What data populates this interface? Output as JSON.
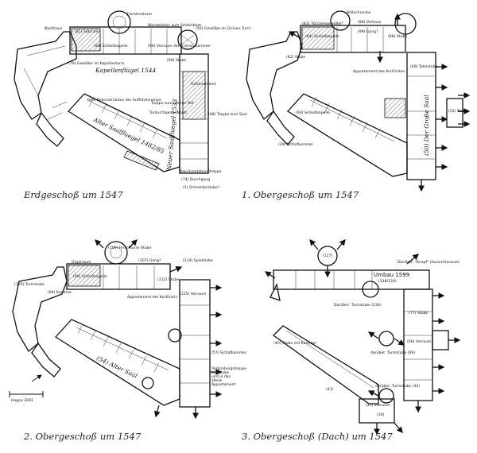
{
  "panels": [
    {
      "caption": "Erdgeschoß um 1547",
      "labels": {
        "flurplan": "Florsturzturm",
        "backhaus": "Backhaus",
        "sakristei": "(81) Sakristei",
        "schlosskapelle": "(80) Schloßkapelle",
        "gewoelbe_kapellen": "(79) Gewölbe im Kapellenturm",
        "kapellenfluegel": "Kapellenflügel 1544",
        "wendelstein": "Wendelstein zum Seidenbeet",
        "gewoelbe_gruen": "(50) Gewölbe im Grünen Turm",
        "vorraum_gruen": "(96) Vorraum der Grünen Kammer",
        "stube_96": "(96) Stube",
        "alter_saalfluegel": "Alter Saalfluegel 1482/85",
        "neuer_saalfluegel": "Neuer Saalfluegel 1533",
        "auffahrtsrampe": "freie Rekonstruktion der Auffahrtsrampe",
        "hofdurchfahrt": "Hofdurchfahrt",
        "treppe": "Treppe zum oberen Hof",
        "tordurchgang": "Tordurchgang (Nord)",
        "repraesentation": "Repräsentationstreppe",
        "schneider": "(1) Schneiderstube?",
        "treppe_saal": "(48) Treppe zum Saal",
        "durchgang": "(74) Durchgang"
      }
    },
    {
      "caption": "1. Obergeschoß um 1547",
      "labels": {
        "reitschnecke": "Reitschnecke",
        "kirchengewoelbe": "(83) \"Kirchengewölbe\"",
        "schlosskapelle": "(84) Schloßkapelle",
        "stube_82": "(82) Stube",
        "gang": "(99) Gang?",
        "vorhaus": "(88) Vorhaus",
        "stube_88": "(88) Stube",
        "appartement": "Appartement des Kurfürsten",
        "tafelstube": "(49) Tafelstube",
        "schlosskapelle_unten": "(69) Schloßkapelle",
        "schlafkammer": "(29) Schlafkammer",
        "grosse_saal": "(50) Der Große Saal",
        "stube_51": "(51) Stube"
      }
    },
    {
      "caption": "2. Obergeschoß um 1547",
      "labels": {
        "orgelraum": "Orgelraum",
        "hirschturmstube": "(106) Hirschturm-Stube",
        "gang_107": "(107) Gang?",
        "spielstube": "(114) Spielstube",
        "schlosskapelle": "(90) Schloßkapelle",
        "stube_112": "(112) Stube",
        "vorraum_115": "(115) Vorraum",
        "kammer_94": "(94) Kammer",
        "appartement_kurfuerstin": "Appartement der Kurfürstin",
        "turmstube": "(105) Turmstube",
        "alter_saal": "(54) Alter Saal",
        "schlafkammer_57": "(57) Schlafkammer",
        "verbindungstreppe": "Verbindungstreppe zur Stube und in das ältere Appartement",
        "scale_label": "Hoppe 2001"
      }
    },
    {
      "caption": "3. Obergeschoß (Dach) um 1547",
      "labels": {
        "umbau": "Umbau 1599",
        "umbau_rooms": "(118/120)",
        "knopf": "Darüber: \"Knopf\" (Aussichtsraum)",
        "turmstube_134": "Darüber: Turmstube (134)",
        "vorraum_66": "(66) Vorraum",
        "turmstube_69": "darüber: Turmstube (69)",
        "turmstube_43": "darüber: Turmstube (43)",
        "vorraum_37": "(37) Vorraum",
        "room_41": "(41)",
        "room_127": "(127)",
        "room_16": "(16)",
        "stube_40": "(40) Stube mit Kammer",
        "stube_77": "(77) Stube"
      }
    }
  ],
  "scale": {
    "label": "Hoppe 2001",
    "unit": ""
  }
}
